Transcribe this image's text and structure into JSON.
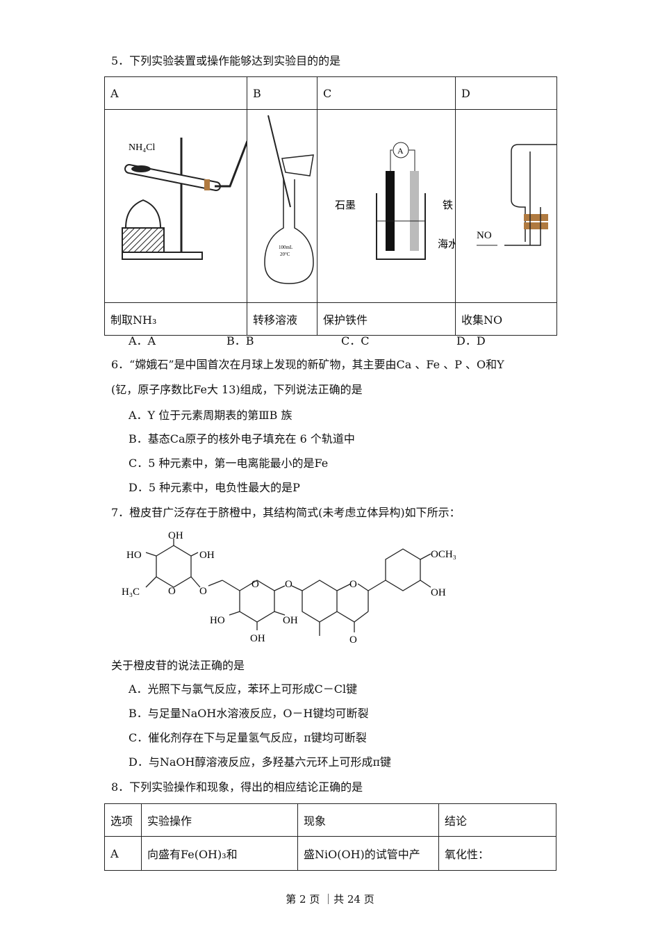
{
  "q5": {
    "stem": "5．下列实验装置或操作能够达到实验目的的是",
    "headers": [
      "A",
      "B",
      "C",
      "D"
    ],
    "captions": [
      "制取NH₃",
      "转移溶液",
      "保护铁件",
      "收集NO"
    ],
    "figure_labels": {
      "a": "NH₄Cl",
      "b1": "100mL",
      "b2": "20°C",
      "c_ammeter": "A",
      "c_left": "石墨",
      "c_right": "铁",
      "c_water": "海水",
      "d": "NO"
    },
    "options": [
      "A．A",
      "B．B",
      "C．C",
      "D．D"
    ]
  },
  "q6": {
    "stem1": "6．“嫦娥石”是中国首次在月球上发现的新矿物，其主要由Ca 、Fe 、P 、O和Y",
    "stem2": "(钇，原子序数比Fe大 13)组成，下列说法正确的是",
    "options": [
      "A．Y 位于元素周期表的第ⅢB 族",
      "B．基态Ca原子的核外电子填充在 6 个轨道中",
      "C．5 种元素中，第一电离能最小的是Fe",
      "D．5 种元素中，电负性最大的是P"
    ]
  },
  "q7": {
    "stem": "7．橙皮苷广泛存在于脐橙中，其结构简式(未考虑立体异构)如下所示：",
    "structure_labels": {
      "oh_top": "OH",
      "ho_left": "HO",
      "oh_right": "OH",
      "h3c": "H₃C",
      "o_ring1": "O",
      "o_link1": "O",
      "o_ring2": "O",
      "o_link2": "O",
      "ho_bottom": "HO",
      "oh_bottom1": "OH",
      "oh_bottom2": "OH",
      "o_ring3": "O",
      "o_keto": "O",
      "och3": "OCH₃",
      "oh_aryl": "OH"
    },
    "sub": "关于橙皮苷的说法正确的是",
    "options": [
      "A．光照下与氯气反应，苯环上可形成C－Cl键",
      "B．与足量NaOH水溶液反应，O－H键均可断裂",
      "C．催化剂存在下与足量氢气反应，π键均可断裂",
      "D．与NaOH醇溶液反应，多羟基六元环上可形成π键"
    ]
  },
  "q8": {
    "stem": "8．下列实验操作和现象，得出的相应结论正确的是",
    "headers": [
      "选项",
      "实验操作",
      "现象",
      "结论"
    ],
    "rows": [
      [
        "A",
        "向盛有Fe(OH)₃和",
        "盛NiO(OH)的试管中产",
        "氧化性："
      ]
    ]
  },
  "footer": "第 2 页 ｜共 24 页"
}
